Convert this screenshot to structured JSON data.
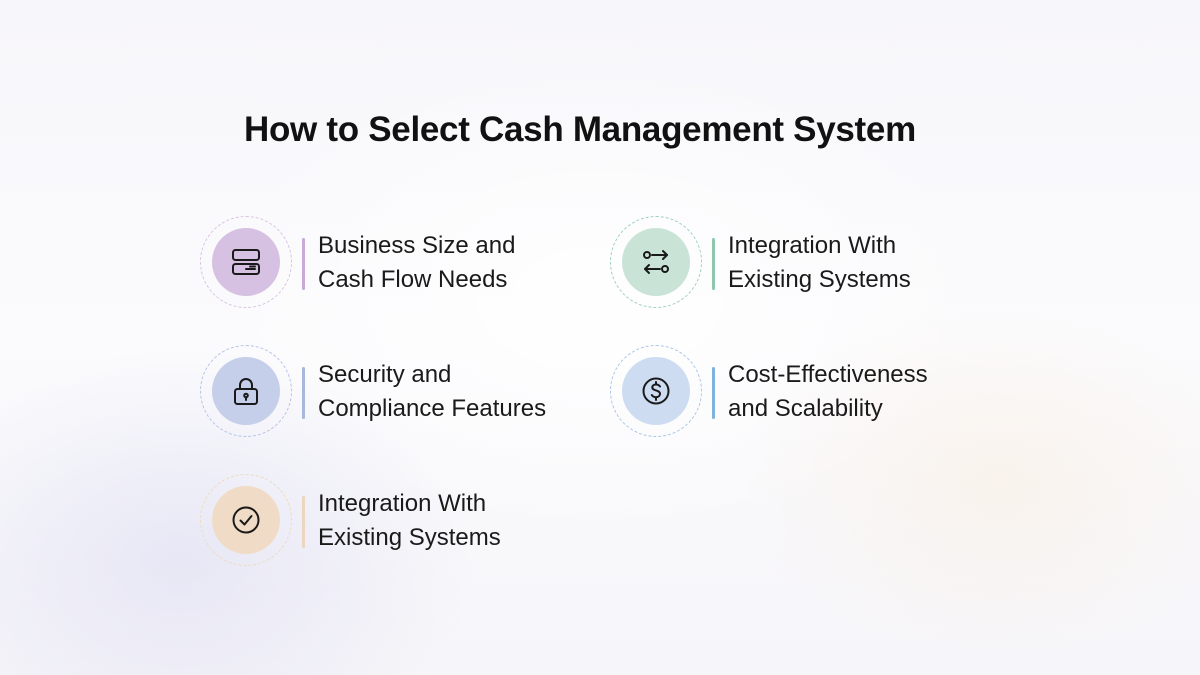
{
  "title": "How to Select Cash Management System",
  "items": [
    {
      "line1": "Business Size and",
      "line2": "Cash Flow Needs",
      "icon": "server-icon",
      "disc_color": "#d6c1e2",
      "ring_color": "#d9c3e3",
      "bar_color": "#c9a9d8"
    },
    {
      "line1": "Integration With",
      "line2": "Existing Systems",
      "icon": "transfer-arrows-icon",
      "disc_color": "#c9e4d7",
      "ring_color": "#9fd0bb",
      "bar_color": "#8ec7ad"
    },
    {
      "line1": "Security and",
      "line2": "Compliance Features",
      "icon": "lock-icon",
      "disc_color": "#c5cfea",
      "ring_color": "#b6c2e6",
      "bar_color": "#a9b6de"
    },
    {
      "line1": "Cost-Effectiveness",
      "line2": "and Scalability",
      "icon": "dollar-circle-icon",
      "disc_color": "#cddcf1",
      "ring_color": "#a9c5e8",
      "bar_color": "#7fb2dc"
    },
    {
      "line1": "Integration With",
      "line2": "Existing Systems",
      "icon": "check-circle-icon",
      "disc_color": "#f0dcc6",
      "ring_color": "#ecdcbf",
      "bar_color": "#ead7bd"
    }
  ]
}
